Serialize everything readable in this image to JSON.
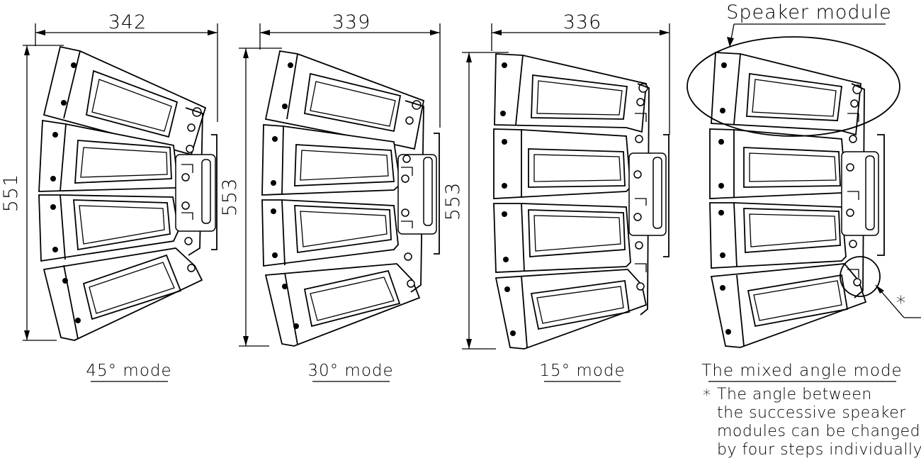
{
  "views": [
    {
      "width_dimension": "342",
      "height_dimension": "551",
      "caption": "45° mode",
      "inter_module_angle_deg": 45
    },
    {
      "width_dimension": "339",
      "height_dimension": "553",
      "caption": "30° mode",
      "inter_module_angle_deg": 30
    },
    {
      "width_dimension": "336",
      "height_dimension": "553",
      "caption": "15° mode",
      "inter_module_angle_deg": 15
    },
    {
      "caption": "The mixed angle mode",
      "inter_module_angle_deg": null
    }
  ],
  "callouts": {
    "speaker_module": "Speaker module",
    "asterisk": "*"
  },
  "note": {
    "marker": "*",
    "lines": [
      "The angle between",
      "the successive speaker",
      "modules can be changed",
      "by four steps individually."
    ]
  },
  "modules_per_array": 4
}
